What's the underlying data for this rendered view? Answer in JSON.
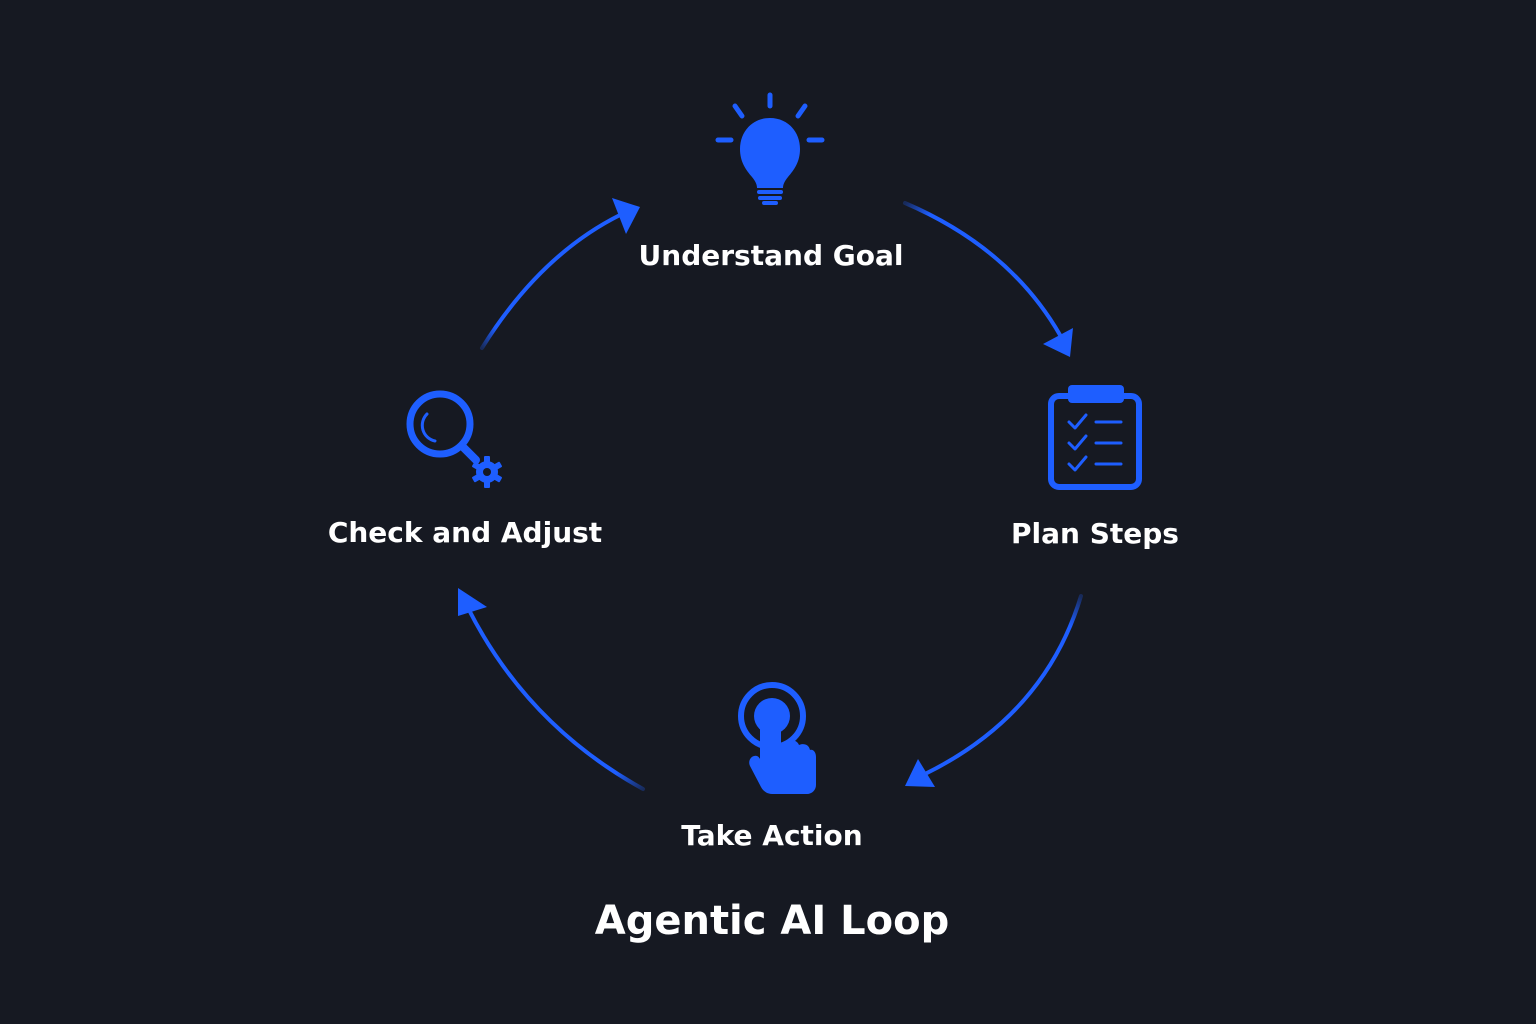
{
  "title": "Agentic AI Loop",
  "accent_color": "#1E5EFF",
  "background_color": "#161922",
  "steps": [
    {
      "label": "Understand Goal",
      "icon": "lightbulb-icon"
    },
    {
      "label": "Plan Steps",
      "icon": "clipboard-checklist-icon"
    },
    {
      "label": "Take Action",
      "icon": "tap-hand-icon"
    },
    {
      "label": "Check and Adjust",
      "icon": "magnifier-gear-icon"
    }
  ],
  "flow": [
    "Understand Goal",
    "Plan Steps",
    "Take Action",
    "Check and Adjust",
    "Understand Goal"
  ]
}
